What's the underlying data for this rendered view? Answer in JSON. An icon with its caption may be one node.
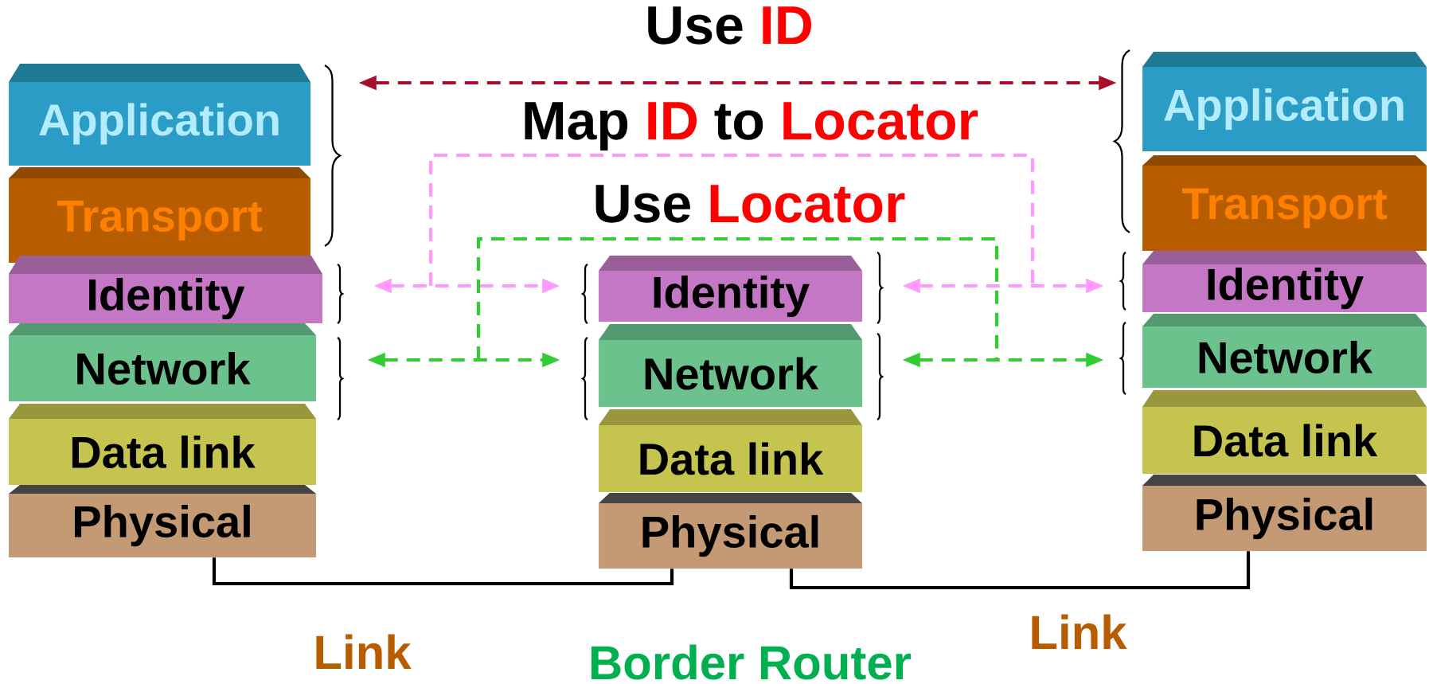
{
  "diagram": {
    "nodes": [
      {
        "text": [
          "Application"
        ]
      },
      {
        "text": [
          "Transport"
        ]
      },
      {
        "text": [
          "Identity"
        ]
      },
      {
        "text": [
          "Network"
        ]
      },
      {
        "text": [
          "Data link"
        ]
      },
      {
        "text": [
          "Physical"
        ]
      },
      {
        "text": [
          "Identity"
        ]
      },
      {
        "text": [
          "Network"
        ]
      },
      {
        "text": [
          "Data link"
        ]
      },
      {
        "text": [
          "Physical"
        ]
      },
      {
        "text": [
          "Application"
        ]
      },
      {
        "text": [
          "Transport"
        ]
      },
      {
        "text": [
          "Identity"
        ]
      },
      {
        "text": [
          "Network"
        ]
      },
      {
        "text": [
          "Data link"
        ]
      },
      {
        "text": [
          "Physical"
        ]
      }
    ],
    "edges": [
      {
        "from": 0,
        "to": 10,
        "arrow": "both",
        "style": "dashed",
        "color": "#a50f2d"
      },
      {
        "from": 2,
        "to": 6,
        "arrow": "both",
        "style": "dashed",
        "color": "#ff99ff"
      },
      {
        "from": 6,
        "to": 12,
        "arrow": "both",
        "style": "dashed",
        "color": "#ff99ff"
      },
      {
        "from": 3,
        "to": 7,
        "arrow": "both",
        "style": "dashed",
        "color": "#33cc33"
      },
      {
        "from": 7,
        "to": 13,
        "arrow": "both",
        "style": "dashed",
        "color": "#33cc33"
      },
      {
        "from": 5,
        "to": 9,
        "arrow": "none",
        "color": "#000000"
      },
      {
        "from": 9,
        "to": 15,
        "arrow": "none",
        "color": "#000000"
      }
    ],
    "labels": [
      "Use",
      "ID",
      "Map",
      "ID",
      "to",
      "Locator",
      "Use",
      "Locator",
      "Link",
      "Border Router",
      "Link"
    ]
  }
}
